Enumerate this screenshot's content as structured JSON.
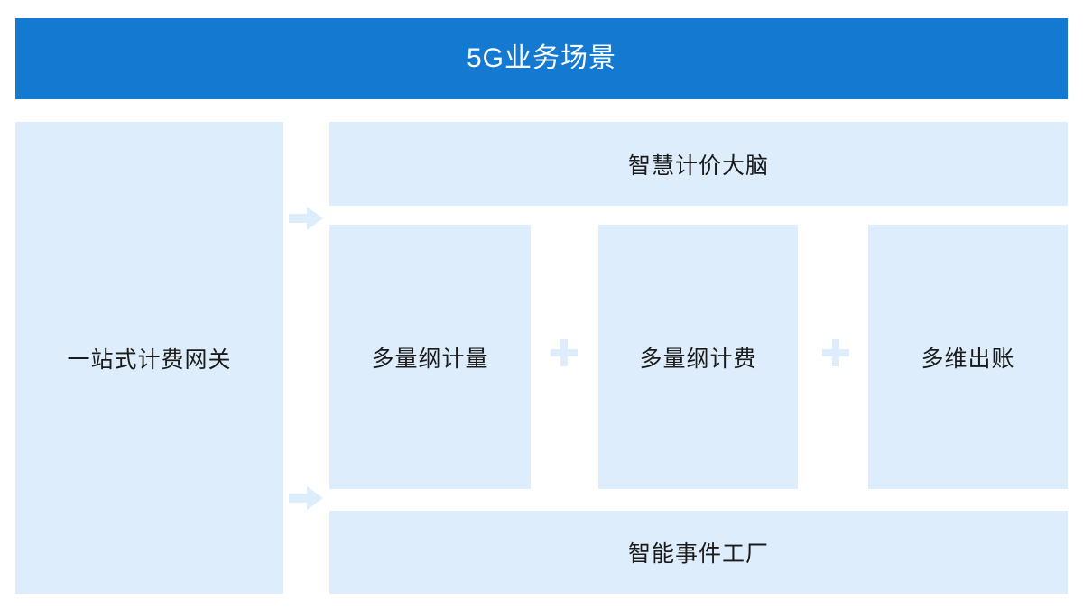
{
  "header": {
    "title": "5G业务场景",
    "background_color": "#1479D0",
    "text_color": "#FFFFFF"
  },
  "theme": {
    "panel_color": "#DDEDFC",
    "accent_color": "#1479D0",
    "text_color": "#1A1A1A",
    "page_background": "#FFFFFF"
  },
  "left_panel": {
    "label": "一站式计费网关"
  },
  "connectors": [
    {
      "name": "arrow-gateway-to-brain",
      "icon": "arrow-right-icon",
      "direction": "right"
    },
    {
      "name": "arrow-gateway-to-factory",
      "icon": "arrow-right-icon",
      "direction": "right"
    }
  ],
  "right_stack": {
    "top_band": {
      "label": "智慧计价大脑"
    },
    "capabilities": [
      {
        "label": "多量纲计量"
      },
      {
        "label": "多量纲计费"
      },
      {
        "label": "多维出账"
      }
    ],
    "separators": [
      {
        "icon": "plus-icon",
        "symbol": "+"
      },
      {
        "icon": "plus-icon",
        "symbol": "+"
      }
    ],
    "bottom_band": {
      "label": "智能事件工厂"
    }
  }
}
